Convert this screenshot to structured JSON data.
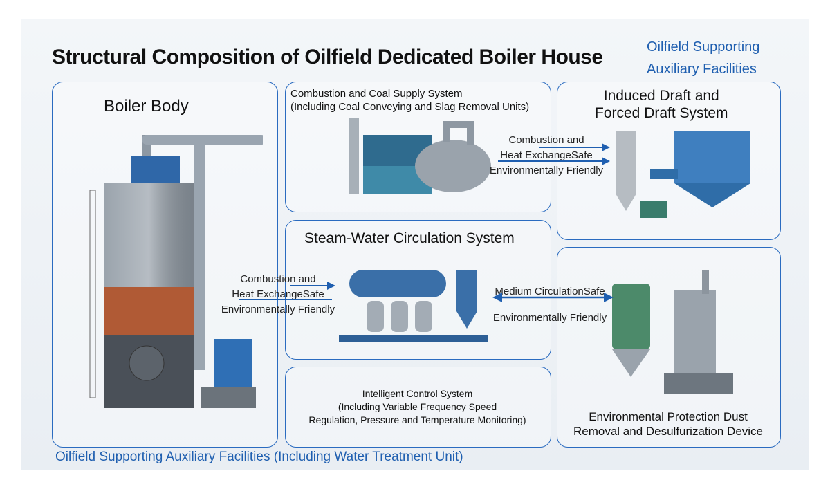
{
  "title": "Structural Composition of Oilfield Dedicated Boiler House",
  "top_right": [
    "Oilfield Supporting",
    "Auxiliary Facilities"
  ],
  "panels": {
    "boiler": "Boiler Body",
    "combustion": [
      "Combustion and Coal Supply System",
      "(Including Coal Conveying and Slag Removal Units)"
    ],
    "draft": [
      "Induced Draft and",
      "Forced Draft System"
    ],
    "steam": "Steam-Water Circulation System",
    "control": [
      "Intelligent Control System",
      "(Including Variable Frequency Speed",
      "Regulation, Pressure and Temperature Monitoring)"
    ],
    "environment": [
      "Environmental Protection Dust",
      "Removal and Desulfurization Device"
    ]
  },
  "connectors": {
    "top": [
      "Combustion and",
      "Heat ExchangeSafe",
      "Environmentally Friendly"
    ],
    "left": [
      "Combustion and",
      "Heat ExchangeSafe",
      "Environmentally Friendly"
    ],
    "right": [
      "Medium CirculationSafe",
      "Environmentally Friendly"
    ]
  },
  "bottom": "Oilfield Supporting Auxiliary Facilities (Including Water Treatment Unit)",
  "colors": {
    "accent": "#2a6bc0",
    "text_blue": "#1f5fb0"
  }
}
